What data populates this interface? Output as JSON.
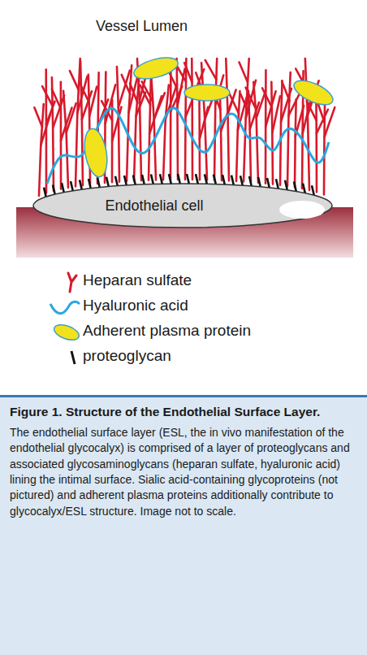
{
  "diagram": {
    "nodes": [
      {
        "text": [
          "Endothelial cell"
        ]
      },
      {
        "text": [
          "Figure 1. Structure of the Endothelial Surface Layer.",
          "The endothelial surface layer (ESL, the in vivo manifestation of the endothelial glycocalyx) is comprised of a layer of proteoglycans and associated glycosaminoglycans (heparan sulfate, hyaluronic acid) lining the intimal surface. Sialic acid-containing glycoproteins (not pictured) and adherent plasma proteins additionally contribute to glycocalyx/ESL structure. Image not to scale."
        ]
      }
    ],
    "labels": [
      "Vessel Lumen"
    ],
    "legend": [
      {
        "text": "Heparan sulfate"
      },
      {
        "text": "Hyaluronic acid"
      },
      {
        "text": "Adherent plasma protein"
      },
      {
        "text": "proteoglycan"
      }
    ]
  }
}
